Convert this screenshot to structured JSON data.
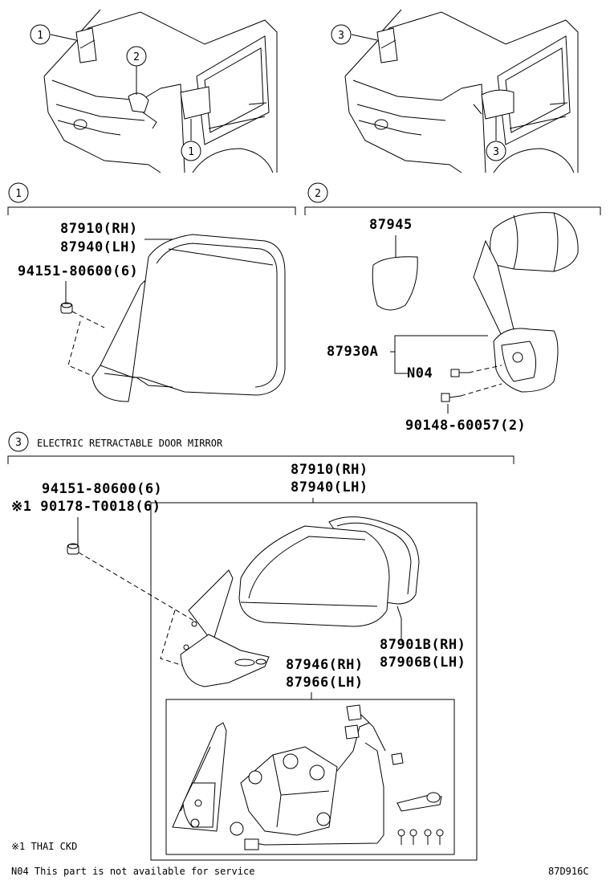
{
  "callouts": {
    "c1": "1",
    "c2": "2",
    "c3": "3"
  },
  "section1": {
    "number": "1",
    "mirror_rh": "87910(RH)",
    "mirror_lh": "87940(LH)",
    "nut": "94151-80600(6)"
  },
  "section2": {
    "number": "2",
    "cover": "87945",
    "assy": "87930A",
    "n04": "N04",
    "screw": "90148-60057(2)"
  },
  "section3": {
    "number": "3",
    "title": "ELECTRIC RETRACTABLE DOOR MIRROR",
    "mirror_rh": "87910(RH)",
    "mirror_lh": "87940(LH)",
    "nut": "94151-80600(6)",
    "nut_alt": "※1 90178-T0018(6)",
    "glass_rh": "87901B(RH)",
    "glass_lh": "87906B(LH)",
    "retractor_rh": "87946(RH)",
    "retractor_lh": "87966(LH)"
  },
  "footnotes": {
    "thai": "※1 THAI CKD",
    "n04": "N04 This part is not available for service",
    "code": "87D916C"
  }
}
